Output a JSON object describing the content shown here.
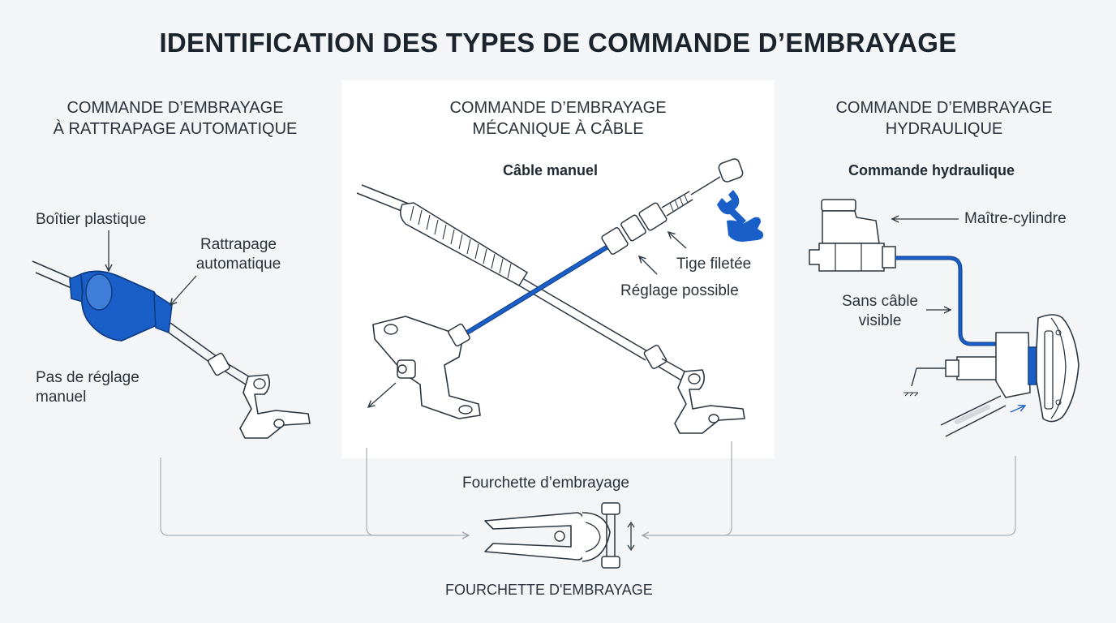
{
  "title": "IDENTIFICATION DES TYPES DE COMMANDE D’EMBRAYAGE",
  "panels": {
    "left": {
      "title_line1": "COMMANDE D’EMBRAYAGE",
      "title_line2": "À RATTRAPAGE AUTOMATIQUE",
      "labels": {
        "boitier": "Boîtier plastique",
        "rattrapage_l1": "Rattrapage",
        "rattrapage_l2": "automatique",
        "pas_l1": "Pas de réglage",
        "pas_l2": "manuel"
      }
    },
    "center": {
      "title_line1": "COMMANDE D’EMBRAYAGE",
      "title_line2": "MÉCANIQUE À CÂBLE",
      "subtitle": "Câble manuel",
      "labels": {
        "tige": "Tige filetée",
        "reglage": "Réglage possible"
      }
    },
    "right": {
      "title_line1": "COMMANDE D’EMBRAYAGE",
      "title_line2": "HYDRAULIQUE",
      "subtitle": "Commande hydraulique",
      "labels": {
        "maitre": "Maître-cylindre",
        "sans_l1": "Sans câble",
        "sans_l2": "visible"
      }
    }
  },
  "fork": {
    "label_top": "Fourchette d’embrayage",
    "label_bottom": "FOURCHETTE D'EMBRAYAGE"
  },
  "icons": [
    "wrench-hand-icon"
  ],
  "colors": {
    "accent_blue": "#1a5fc8",
    "line": "#2b3640",
    "light_line": "#a9b2ba",
    "background": "#f3f5f7"
  }
}
